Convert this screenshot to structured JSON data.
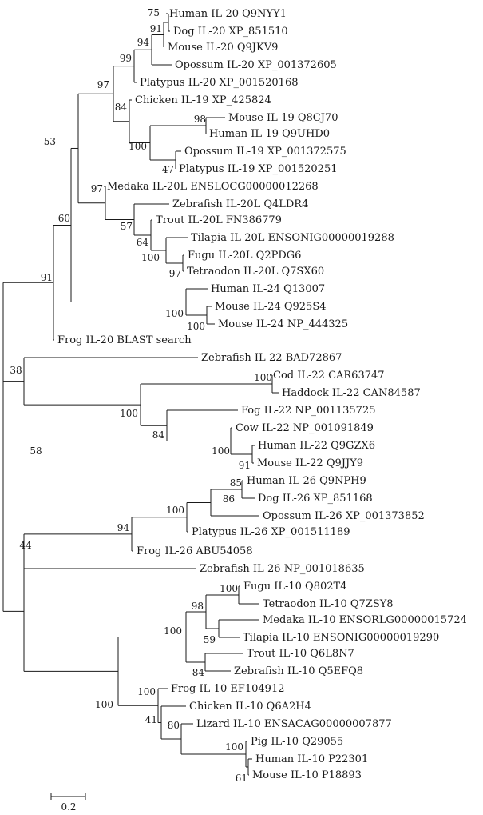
{
  "tree": {
    "scale_bar_label": "0.2",
    "leaves": [
      {
        "id": "L1",
        "label": "Human IL-20 Q9NYY1"
      },
      {
        "id": "L2",
        "label": "Dog IL-20 XP_851510"
      },
      {
        "id": "L3",
        "label": "Mouse IL-20 Q9JKV9"
      },
      {
        "id": "L4",
        "label": "Opossum IL-20 XP_001372605"
      },
      {
        "id": "L5",
        "label": "Platypus IL-20 XP_001520168"
      },
      {
        "id": "L6",
        "label": "Chicken IL-19 XP_425824"
      },
      {
        "id": "L7",
        "label": "Mouse IL-19 Q8CJ70"
      },
      {
        "id": "L8",
        "label": "Human IL-19 Q9UHD0"
      },
      {
        "id": "L9",
        "label": "Opossum IL-19 XP_001372575"
      },
      {
        "id": "L10",
        "label": "Platypus IL-19 XP_001520251"
      },
      {
        "id": "L11",
        "label": "Medaka IL-20L ENSLOCG00000012268"
      },
      {
        "id": "L12",
        "label": "Zebrafish IL-20L Q4LDR4"
      },
      {
        "id": "L13",
        "label": "Trout IL-20L FN386779"
      },
      {
        "id": "L14",
        "label": "Tilapia IL-20L ENSONIG00000019288"
      },
      {
        "id": "L15",
        "label": "Fugu IL-20L Q2PDG6"
      },
      {
        "id": "L16",
        "label": "Tetraodon IL-20L Q7SX60"
      },
      {
        "id": "L17",
        "label": "Human IL-24 Q13007"
      },
      {
        "id": "L18",
        "label": "Mouse IL-24 Q925S4"
      },
      {
        "id": "L19",
        "label": "Mouse IL-24 NP_444325"
      },
      {
        "id": "L20",
        "label": "Frog IL-20 BLAST search"
      },
      {
        "id": "L21",
        "label": "Zebrafish IL-22 BAD72867"
      },
      {
        "id": "L22",
        "label": "Cod IL-22 CAR63747"
      },
      {
        "id": "L23",
        "label": "Haddock IL-22 CAN84587"
      },
      {
        "id": "L24",
        "label": "Fog IL-22 NP_001135725"
      },
      {
        "id": "L25",
        "label": "Cow IL-22 NP_001091849"
      },
      {
        "id": "L26",
        "label": "Human IL-22 Q9GZX6"
      },
      {
        "id": "L27",
        "label": "Mouse IL-22 Q9JJY9"
      },
      {
        "id": "L28",
        "label": "Human IL-26 Q9NPH9"
      },
      {
        "id": "L29",
        "label": "Dog IL-26 XP_851168"
      },
      {
        "id": "L30",
        "label": "Opossum IL-26 XP_001373852"
      },
      {
        "id": "L31",
        "label": "Platypus IL-26 XP_001511189"
      },
      {
        "id": "L32",
        "label": "Frog IL-26 ABU54058"
      },
      {
        "id": "L33",
        "label": "Zebrafish IL-26 NP_001018635"
      },
      {
        "id": "L34",
        "label": "Fugu IL-10 Q802T4"
      },
      {
        "id": "L35",
        "label": "Tetraodon IL-10 Q7ZSY8"
      },
      {
        "id": "L36",
        "label": "Medaka IL-10 ENSORLG00000015724"
      },
      {
        "id": "L37",
        "label": "Tilapia IL-10 ENSONIG00000019290"
      },
      {
        "id": "L38",
        "label": "Trout IL-10 Q6L8N7"
      },
      {
        "id": "L39",
        "label": "Zebrafish IL-10 Q5EFQ8"
      },
      {
        "id": "L40",
        "label": "Frog IL-10 EF104912"
      },
      {
        "id": "L41",
        "label": "Chicken IL-10 Q6A2H4"
      },
      {
        "id": "L42",
        "label": "Lizard IL-10 ENSACAG00000007877"
      },
      {
        "id": "L43",
        "label": "Pig IL-10 Q29055"
      },
      {
        "id": "L44",
        "label": "Human IL-10 P22301"
      },
      {
        "id": "L45",
        "label": "Mouse IL-10 P18893"
      }
    ],
    "bootstrap_values": [
      {
        "id": "n_hd",
        "value": "75"
      },
      {
        "id": "n_hdm",
        "value": "91"
      },
      {
        "id": "n_hdmo",
        "value": "94"
      },
      {
        "id": "n_il20",
        "value": "99"
      },
      {
        "id": "n_19mh",
        "value": "98"
      },
      {
        "id": "n_19op",
        "value": "47"
      },
      {
        "id": "n_19mam",
        "value": "100"
      },
      {
        "id": "n_il19",
        "value": "84"
      },
      {
        "id": "n_il2019",
        "value": "97"
      },
      {
        "id": "n_fugtet",
        "value": "97"
      },
      {
        "id": "n_tilfug",
        "value": "100"
      },
      {
        "id": "n_trout",
        "value": "64"
      },
      {
        "id": "n_zeb",
        "value": "57"
      },
      {
        "id": "n_il20l",
        "value": "97"
      },
      {
        "id": "n_mam_fish",
        "value": "53"
      },
      {
        "id": "n_mouse24",
        "value": "100"
      },
      {
        "id": "n_il24",
        "value": "100"
      },
      {
        "id": "n_with24",
        "value": "60"
      },
      {
        "id": "n_il20fam",
        "value": "91"
      },
      {
        "id": "n_codhad",
        "value": "100"
      },
      {
        "id": "n_hm22",
        "value": "91"
      },
      {
        "id": "n_cow22",
        "value": "100"
      },
      {
        "id": "n_fog22",
        "value": "84"
      },
      {
        "id": "n_il22b",
        "value": "100"
      },
      {
        "id": "n_il22",
        "value": "58"
      },
      {
        "id": "n_il2022",
        "value": "38"
      },
      {
        "id": "n_26hd",
        "value": "85"
      },
      {
        "id": "n_26op",
        "value": "86"
      },
      {
        "id": "n_26mam",
        "value": "100"
      },
      {
        "id": "n_26frog",
        "value": "94"
      },
      {
        "id": "n_il26",
        "value": "44"
      },
      {
        "id": "n_fugtet10",
        "value": "100"
      },
      {
        "id": "n_medtil10",
        "value": "59"
      },
      {
        "id": "n_fish10a",
        "value": "98"
      },
      {
        "id": "n_troutzeb10",
        "value": "84"
      },
      {
        "id": "n_fish10",
        "value": "100"
      },
      {
        "id": "n_hm10",
        "value": "61"
      },
      {
        "id": "n_pig10",
        "value": "100"
      },
      {
        "id": "n_liz10",
        "value": "80"
      },
      {
        "id": "n_chk10",
        "value": "41"
      },
      {
        "id": "n_frog10",
        "value": "100"
      },
      {
        "id": "n_il10",
        "value": "100"
      }
    ]
  }
}
